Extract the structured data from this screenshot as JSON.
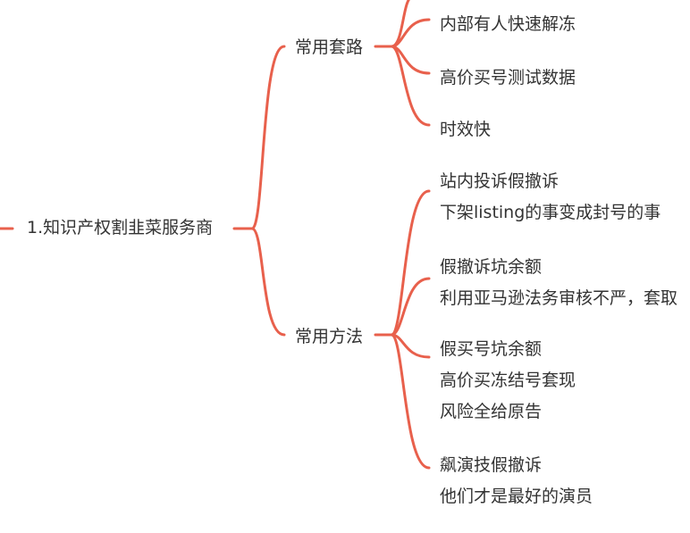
{
  "colors": {
    "link": "#e8604c",
    "text": "#333333",
    "background": "#ffffff"
  },
  "root": {
    "label": "1.知识产权割韭菜服务商"
  },
  "branches": [
    {
      "label": "常用套路",
      "leaves": [
        {
          "lines": [
            "内部有人快速解冻"
          ]
        },
        {
          "lines": [
            "高价买号测试数据"
          ]
        },
        {
          "lines": [
            "时效快"
          ]
        }
      ]
    },
    {
      "label": "常用方法",
      "leaves": [
        {
          "lines": [
            "站内投诉假撤诉",
            "下架listing的事变成封号的事"
          ]
        },
        {
          "lines": [
            "假撤诉坑余额",
            "利用亚马逊法务审核不严，套取"
          ]
        },
        {
          "lines": [
            "假买号坑余额",
            "高价买冻结号套现",
            "风险全给原告"
          ]
        },
        {
          "lines": [
            "飙演技假撤诉",
            "他们才是最好的演员"
          ]
        }
      ]
    }
  ]
}
